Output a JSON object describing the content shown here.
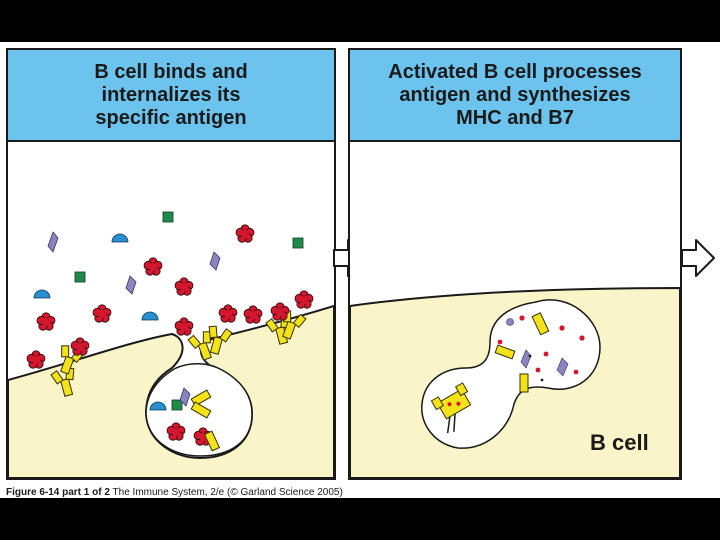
{
  "panels": [
    {
      "title_lines": [
        "B cell binds and",
        "internalizes its",
        "specific antigen"
      ]
    },
    {
      "title_lines": [
        "Activated B cell processes",
        "antigen and synthesizes",
        "MHC and B7"
      ],
      "cell_label": "B cell"
    }
  ],
  "caption": {
    "figure_ref": "Figure 6-14 part 1 of 2",
    "source": "The Immune System, 2/e (© Garland Science 2005)"
  },
  "colors": {
    "header_bg": "#6cc4ee",
    "cytoplasm": "#faf5c8",
    "antigen_red": "#d4162e",
    "receptor_yellow": "#f2e21a",
    "antigen_green": "#1f8a4c",
    "antigen_blue": "#2a8fd0",
    "antigen_purple": "#8a84c0"
  }
}
